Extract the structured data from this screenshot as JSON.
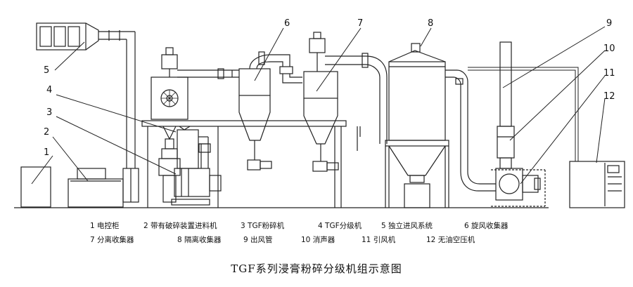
{
  "title": "TGF系列浸膏粉碎分级机组示意图",
  "callouts": [
    "1",
    "2",
    "3",
    "4",
    "5",
    "6",
    "7",
    "8",
    "9",
    "10",
    "11",
    "12"
  ],
  "legend": [
    {
      "num": "1",
      "label": "电控柜"
    },
    {
      "num": "2",
      "label": "带有破碎装置进料机"
    },
    {
      "num": "3",
      "label": "TGF粉碎机"
    },
    {
      "num": "4",
      "label": "TGF分级机"
    },
    {
      "num": "5",
      "label": "独立进风系统"
    },
    {
      "num": "6",
      "label": "旋风收集器"
    },
    {
      "num": "7",
      "label": "分离收集器"
    },
    {
      "num": "8",
      "label": "隔离收集器"
    },
    {
      "num": "9",
      "label": "出风管"
    },
    {
      "num": "10",
      "label": "消声器"
    },
    {
      "num": "11",
      "label": "引风机"
    },
    {
      "num": "12",
      "label": "无油空压机"
    }
  ]
}
